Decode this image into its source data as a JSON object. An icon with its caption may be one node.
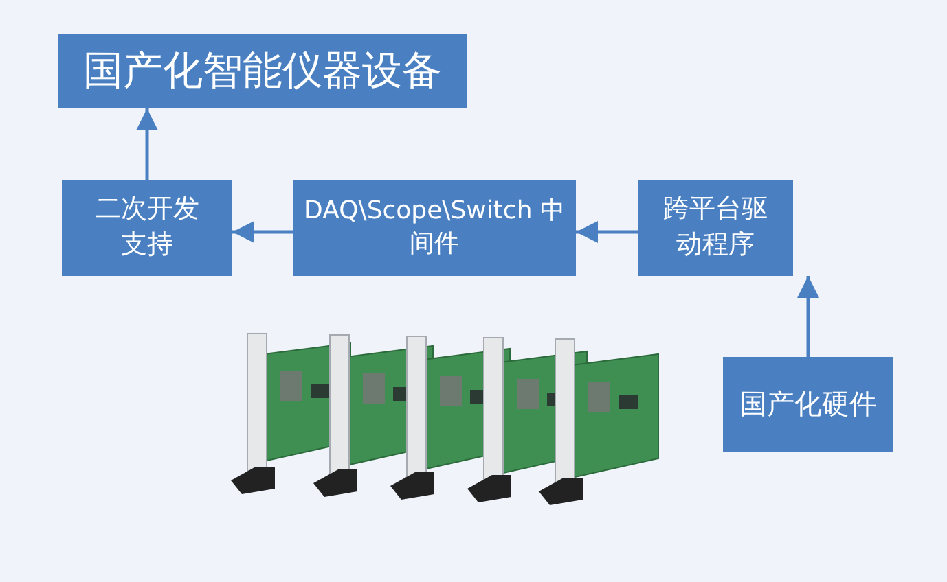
{
  "diagram": {
    "nodes": [
      {
        "text": [
          "国产化智能仪器设备"
        ]
      },
      {
        "text": [
          "二次开发支持"
        ]
      },
      {
        "text": [
          "DAQ\\Scope\\Switch 中间件"
        ]
      },
      {
        "text": [
          "跨平台驱动程序"
        ]
      },
      {
        "text": [
          "国产化硬件"
        ]
      }
    ],
    "edges": [
      {
        "from": 4,
        "to": 3,
        "arrow": "to"
      },
      {
        "from": 3,
        "to": 2,
        "arrow": "to"
      },
      {
        "from": 2,
        "to": 1,
        "arrow": "to"
      },
      {
        "from": 1,
        "to": 0,
        "arrow": "to"
      }
    ]
  }
}
